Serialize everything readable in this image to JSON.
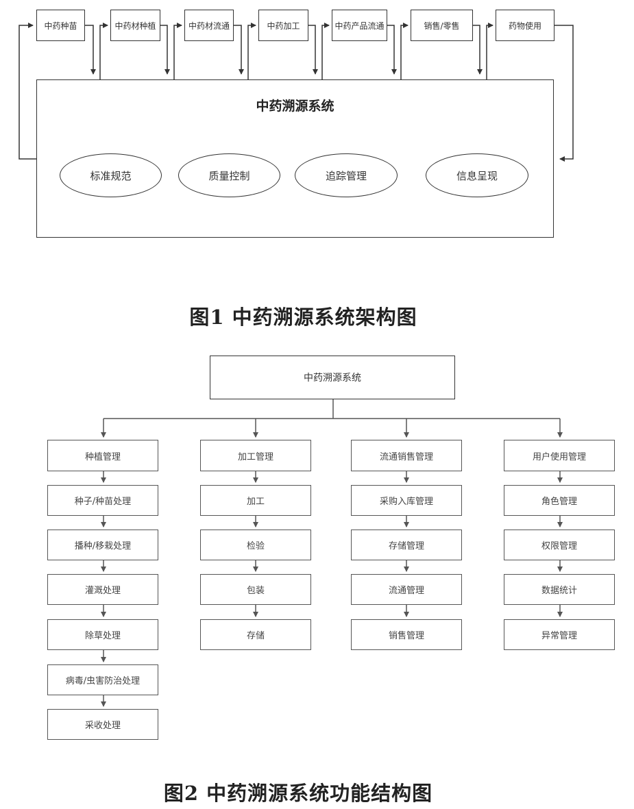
{
  "figure1": {
    "stages": [
      "中药种苗",
      "中药材种植",
      "中药材流通",
      "中药加工",
      "中药产品流通",
      "销售/零售",
      "药物使用"
    ],
    "system_title": "中药溯源系统",
    "modules": [
      "标准规范",
      "质量控制",
      "追踪管理",
      "信息呈现"
    ],
    "caption": "图1  中药溯源系统架构图"
  },
  "figure2": {
    "root": "中药溯源系统",
    "columns": [
      {
        "head": "种植管理",
        "items": [
          "种子/种苗处理",
          "播种/移栽处理",
          "灌溉处理",
          "除草处理",
          "病毒/虫害防治处理",
          "采收处理"
        ]
      },
      {
        "head": "加工管理",
        "items": [
          "加工",
          "检验",
          "包装",
          "存储"
        ]
      },
      {
        "head": "流通销售管理",
        "items": [
          "采购入库管理",
          "存储管理",
          "流通管理",
          "销售管理"
        ]
      },
      {
        "head": "用户使用管理",
        "items": [
          "角色管理",
          "权限管理",
          "数据统计",
          "异常管理"
        ]
      }
    ],
    "caption": "图2  中药溯源系统功能结构图"
  }
}
